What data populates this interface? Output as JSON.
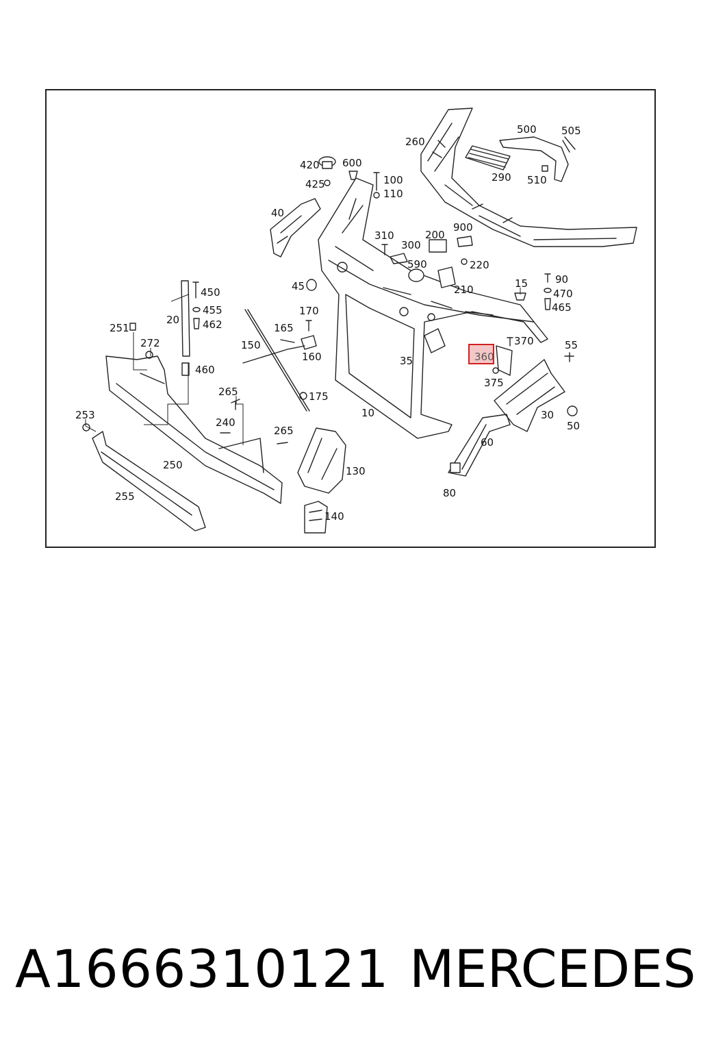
{
  "diagram": {
    "labels": {
      "l10": "10",
      "l15": "15",
      "l20": "20",
      "l30": "30",
      "l35": "35",
      "l40": "40",
      "l45": "45",
      "l50": "50",
      "l55": "55",
      "l60": "60",
      "l80": "80",
      "l90": "90",
      "l100": "100",
      "l110": "110",
      "l130": "130",
      "l140": "140",
      "l150": "150",
      "l160": "160",
      "l165": "165",
      "l170": "170",
      "l175": "175",
      "l200": "200",
      "l210": "210",
      "l220": "220",
      "l240": "240",
      "l250": "250",
      "l251": "251",
      "l253": "253",
      "l255": "255",
      "l260": "260",
      "l265a": "265",
      "l265b": "265",
      "l272": "272",
      "l290": "290",
      "l300": "300",
      "l310": "310",
      "l360": "360",
      "l370": "370",
      "l375": "375",
      "l420": "420",
      "l425": "425",
      "l450": "450",
      "l455": "455",
      "l460": "460",
      "l462": "462",
      "l465": "465",
      "l470": "470",
      "l500": "500",
      "l505": "505",
      "l510": "510",
      "l590": "590",
      "l600": "600",
      "l900": "900"
    },
    "highlight_label": "360",
    "highlight_color": "#d02020"
  },
  "footer": {
    "part_number": "A1666310121",
    "brand": "MERCEDES"
  }
}
